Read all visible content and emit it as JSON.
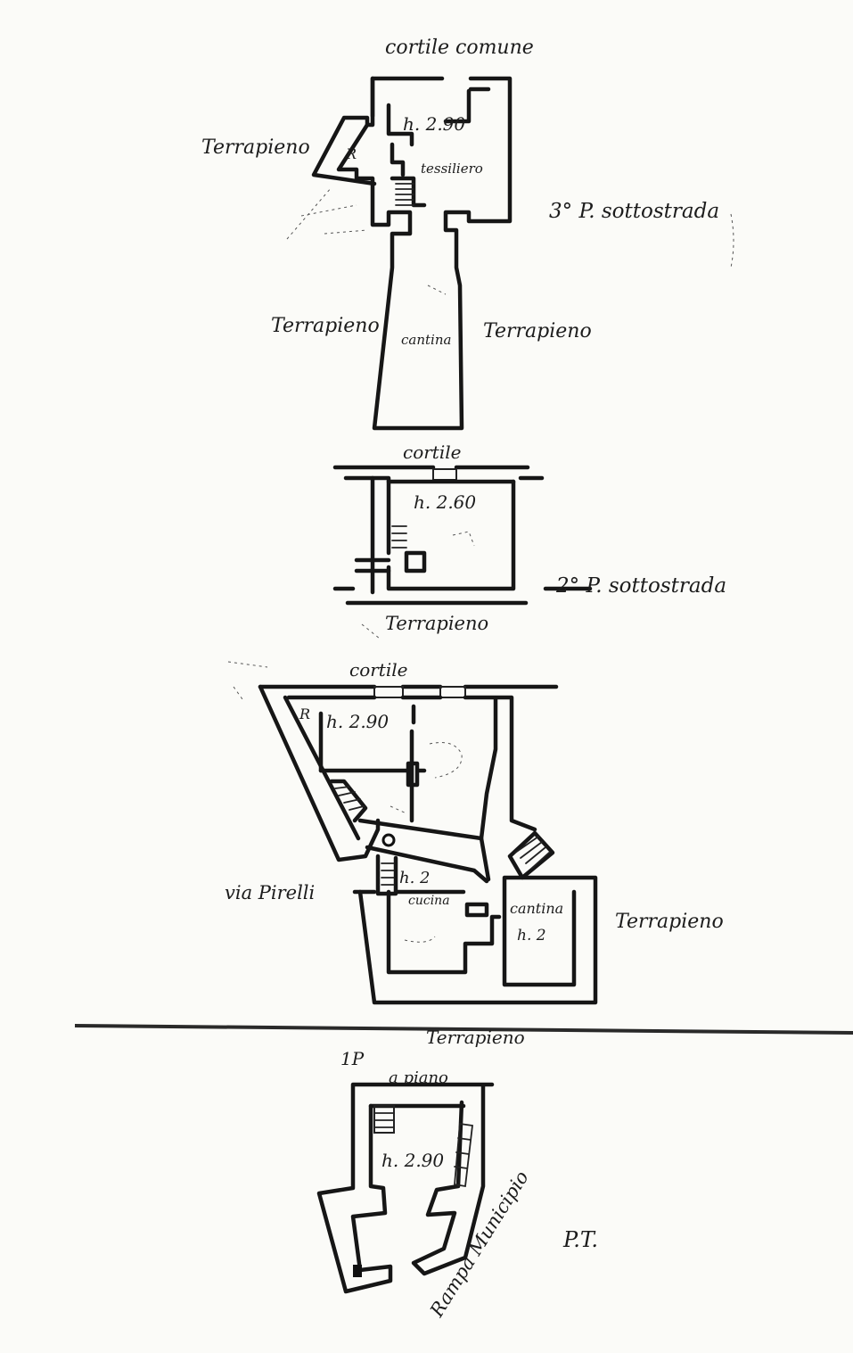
{
  "level_3": {
    "courtyard": "cortile comune",
    "height": "h. 2.90",
    "room": "tessiliero",
    "r_mark": "R",
    "fill_left": "Terrapieno",
    "fill_mid_left": "Terrapieno",
    "fill_mid_right": "Terrapieno",
    "cellar": "cantina",
    "floor_label": "3° P. sottostrada"
  },
  "level_2": {
    "courtyard": "cortile",
    "height": "h. 2.60",
    "fill": "Terrapieno",
    "floor_label": "2° P. sottostrada"
  },
  "level_1": {
    "courtyard": "cortile",
    "r_mark": "R",
    "height_main": "h. 2.90",
    "height_kitchen": "h. 2",
    "kitchen": "cucina",
    "cellar": "cantina",
    "height_cellar": "h. 2",
    "street": "via Pirelli",
    "fill": "Terrapieno"
  },
  "ground": {
    "fill_top": "Terrapieno",
    "mark": "1P",
    "courtyard": "a piano",
    "height": "h. 2.90",
    "ramp": "Rampa Municipio",
    "floor_label": "P.T."
  }
}
